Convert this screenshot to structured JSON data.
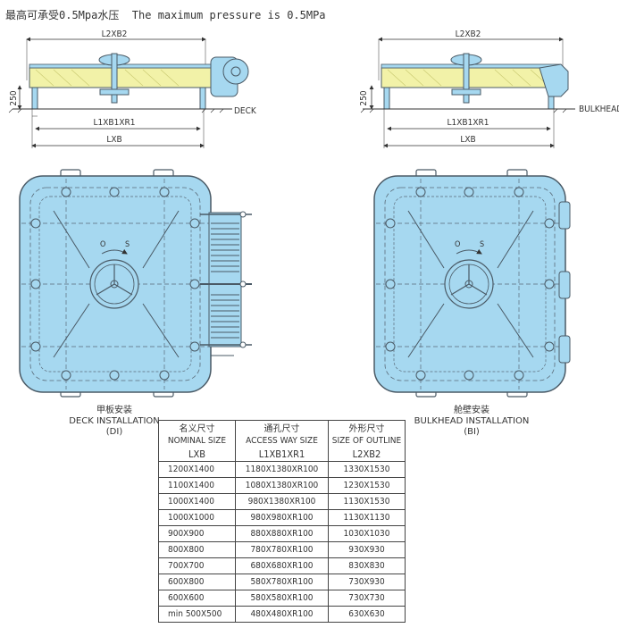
{
  "header": "最高可承受0.5Mpa水压  The maximum pressure is 0.5MPa",
  "dims": {
    "l2xb2": "L2XB2",
    "l1xb1xr1": "L1XB1XR1",
    "lxb": "LXB",
    "height": "250",
    "deck": "DECK",
    "bulkhead": "BULKHEAD"
  },
  "views": {
    "deck": {
      "cn": "甲板安装",
      "en": "DECK INSTALLATION",
      "code": "(DI)"
    },
    "bulkhead": {
      "cn": "舱壁安装",
      "en": "BULKHEAD INSTALLATION",
      "code": "(BI)"
    }
  },
  "table": {
    "headers_cn": [
      "名义尺寸",
      "通孔尺寸",
      "外形尺寸"
    ],
    "headers_en": [
      "NOMINAL SIZE",
      "ACCESS WAY SIZE",
      "SIZE OF OUTLINE"
    ],
    "headers_code": [
      "LXB",
      "L1XB1XR1",
      "L2XB2"
    ],
    "rows": [
      [
        "1200X1400",
        "1180X1380XR100",
        "1330X1530"
      ],
      [
        "1100X1400",
        "1080X1380XR100",
        "1230X1530"
      ],
      [
        "1000X1400",
        "980X1380XR100",
        "1130X1530"
      ],
      [
        "1000X1000",
        "980X980XR100",
        "1130X1130"
      ],
      [
        "900X900",
        "880X880XR100",
        "1030X1030"
      ],
      [
        "800X800",
        "780X780XR100",
        "930X930"
      ],
      [
        "700X700",
        "680X680XR100",
        "830X830"
      ],
      [
        "600X800",
        "580X780XR100",
        "730X930"
      ],
      [
        "600X600",
        "580X580XR100",
        "730X730"
      ],
      [
        "min 500X500",
        "480X480XR100",
        "630X630"
      ]
    ]
  },
  "colors": {
    "plate": "#a6d8f0",
    "line": "#4a5a66",
    "insulation": "#f2f2a8"
  }
}
